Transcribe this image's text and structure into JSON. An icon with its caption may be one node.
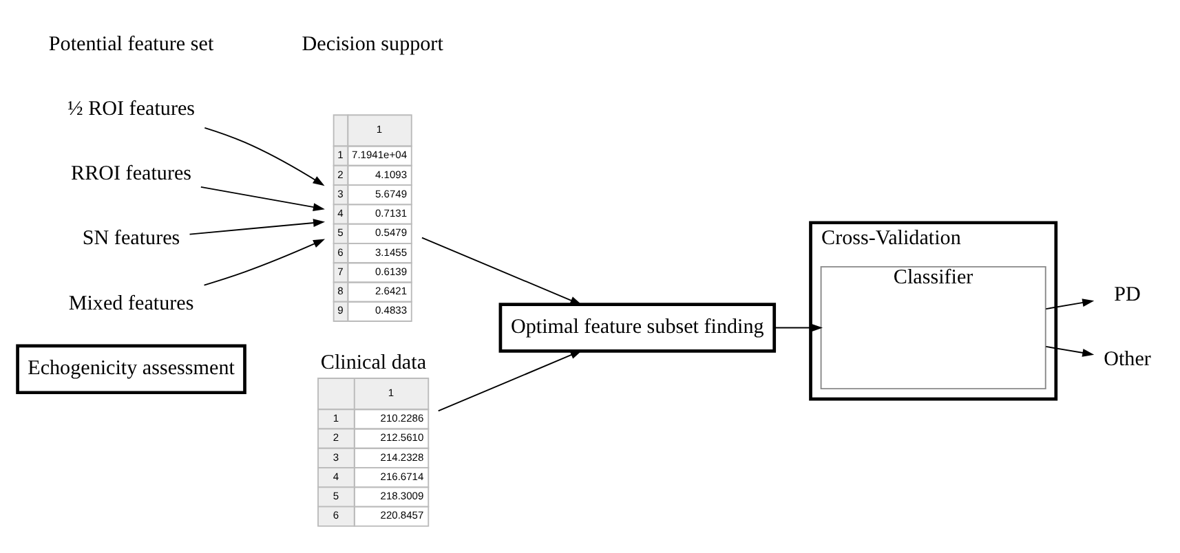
{
  "diagram": {
    "nodes": [
      {
        "text": [
          "Echogenicity assessment"
        ]
      },
      {
        "text": [
          "½ ROI features"
        ]
      },
      {
        "text": [
          "RROI features"
        ]
      },
      {
        "text": [
          "SN features"
        ]
      },
      {
        "text": [
          "Mixed features"
        ]
      },
      {
        "text": [
          "1",
          "1",
          "7.1941e+04",
          "2",
          "4.1093",
          "3",
          "5.6749",
          "4",
          "0.7131",
          "5",
          "0.5479",
          "6",
          "3.1455",
          "7",
          "0.6139",
          "8",
          "2.6421",
          "9",
          "0.4833"
        ]
      },
      {
        "text": [
          "Clinical data",
          "1",
          "1",
          "210.2286",
          "2",
          "212.5610",
          "3",
          "214.2328",
          "4",
          "216.6714",
          "5",
          "218.3009",
          "6",
          "220.8457"
        ]
      },
      {
        "text": [
          "Optimal feature subset finding"
        ]
      },
      {
        "text": [
          "Cross-Validation"
        ]
      },
      {
        "text": [
          "Classifier"
        ],
        "in": 8
      },
      {
        "text": [
          "PD"
        ]
      },
      {
        "text": [
          "Other"
        ]
      }
    ],
    "edges": [
      {
        "from": 1,
        "to": 5,
        "arrow": "to"
      },
      {
        "from": 2,
        "to": 5,
        "arrow": "to"
      },
      {
        "from": 3,
        "to": 5,
        "arrow": "to"
      },
      {
        "from": 4,
        "to": 5,
        "arrow": "to"
      },
      {
        "from": 5,
        "to": 7,
        "arrow": "to"
      },
      {
        "from": 6,
        "to": 7,
        "arrow": "to"
      },
      {
        "from": 7,
        "to": 9,
        "arrow": "to"
      },
      {
        "from": 9,
        "to": 10,
        "arrow": "to"
      },
      {
        "from": 9,
        "to": 11,
        "arrow": "to"
      }
    ],
    "labels": [
      "Potential feature set",
      "Decision support"
    ]
  }
}
